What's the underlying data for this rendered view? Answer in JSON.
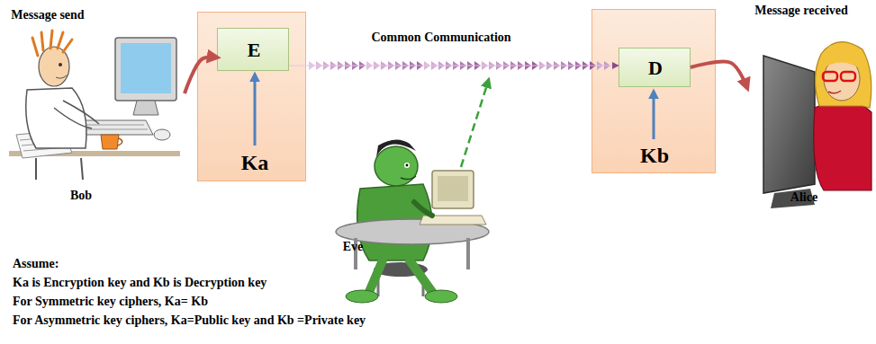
{
  "diagram": {
    "nodes": [
      {
        "text": [
          "Message send",
          "Bob"
        ]
      },
      {
        "text": [
          "Ka"
        ]
      },
      {
        "text": [
          "E"
        ],
        "in": 1
      },
      {
        "text": [
          "Kb"
        ]
      },
      {
        "text": [
          "D"
        ],
        "in": 3
      },
      {
        "text": [
          "Message received",
          "Alice"
        ]
      },
      {
        "text": [
          "Eve"
        ]
      }
    ],
    "edges": [
      {
        "from": 0,
        "to": 2,
        "arrow": "to"
      },
      {
        "from": 2,
        "to": 4,
        "arrow": "to",
        "label": "Common Communication"
      },
      {
        "from": 4,
        "to": 5,
        "arrow": "to"
      }
    ],
    "labels": [
      "Assume:",
      "Ka is Encryption key and Kb is Decryption key",
      "For Symmetric key ciphers, Ka= Kb",
      "For Asymmetric key ciphers, Ka=Public key and Kb =Private key"
    ]
  }
}
